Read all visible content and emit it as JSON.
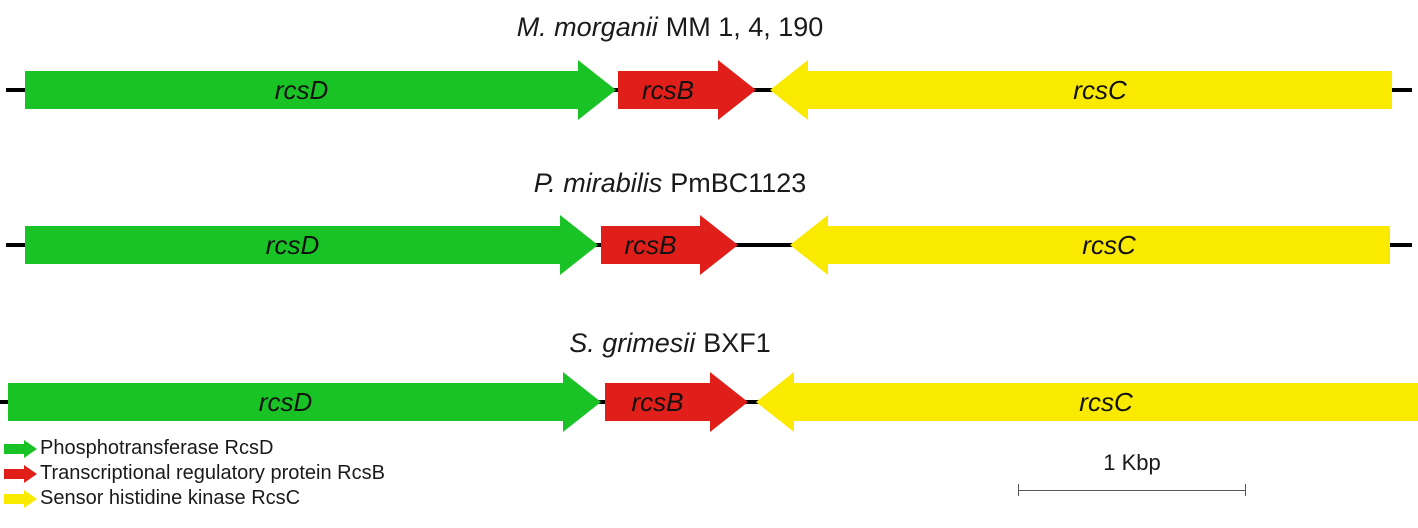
{
  "tracks": [
    {
      "species": "M. morganii",
      "strain": "MM 1, 4, 190",
      "genes": [
        {
          "name": "rcsD",
          "direction": "right",
          "color": "#1ac325"
        },
        {
          "name": "rcsB",
          "direction": "right",
          "color": "#e01f1a"
        },
        {
          "name": "rcsC",
          "direction": "left",
          "color": "#f9ea00"
        }
      ]
    },
    {
      "species": "P. mirabilis",
      "strain": "PmBC1123",
      "genes": [
        {
          "name": "rcsD",
          "direction": "right",
          "color": "#1ac325"
        },
        {
          "name": "rcsB",
          "direction": "right",
          "color": "#e01f1a"
        },
        {
          "name": "rcsC",
          "direction": "left",
          "color": "#f9ea00"
        }
      ]
    },
    {
      "species": "S. grimesii",
      "strain": "BXF1",
      "genes": [
        {
          "name": "rcsD",
          "direction": "right",
          "color": "#1ac325"
        },
        {
          "name": "rcsB",
          "direction": "right",
          "color": "#e01f1a"
        },
        {
          "name": "rcsC",
          "direction": "left",
          "color": "#f9ea00"
        }
      ]
    }
  ],
  "legend": {
    "items": [
      {
        "icon": "green-arrow-icon",
        "color": "#1ac325",
        "label": "Phosphotransferase RcsD"
      },
      {
        "icon": "red-arrow-icon",
        "color": "#e01f1a",
        "label": "Transcriptional regulatory protein RcsB"
      },
      {
        "icon": "yellow-arrow-icon",
        "color": "#f9ea00",
        "label": "Sensor histidine kinase RcsC"
      }
    ]
  },
  "scale_bar": {
    "label": "1 Kbp"
  },
  "colors": {
    "rcsD": "#1ac325",
    "rcsB": "#e01f1a",
    "rcsC": "#f9ea00",
    "baseline": "#000000"
  }
}
